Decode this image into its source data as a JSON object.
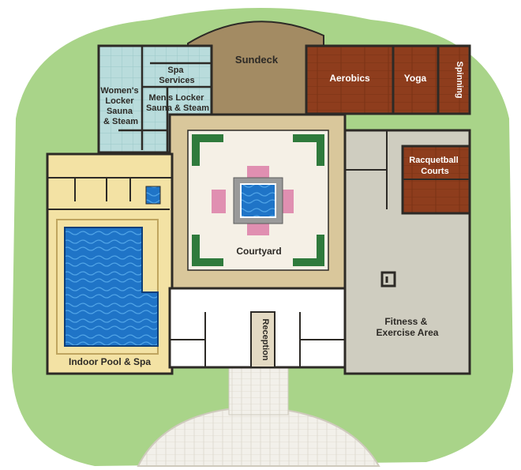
{
  "colors": {
    "lawn": "#a9d489",
    "wall": "#2d2a26",
    "spa_tile": "#b9dcdc",
    "sundeck": "#a38b63",
    "wood": "#8e3d1d",
    "courtyard_path": "#d9c79b",
    "courtyard_center": "#f5f0e6",
    "hedge": "#2f7a3c",
    "flower": "#e08fb1",
    "pool_water": "#1f74c7",
    "pool_deck": "#f3e2a4",
    "fitness_floor": "#cfcdc0",
    "reception_floor": "#e4dac3",
    "path": "#f2f0ea"
  },
  "rooms": {
    "sundeck": "Sundeck",
    "aerobics": "Aerobics",
    "yoga": "Yoga",
    "spinning": "Spinning",
    "spa_services": [
      "Spa",
      "Services"
    ],
    "womens_locker": [
      "Women's",
      "Locker",
      "Sauna",
      "& Steam"
    ],
    "mens_locker": [
      "Men's Locker",
      "Sauna & Steam"
    ],
    "racquetball": [
      "Racquetball",
      "Courts"
    ],
    "courtyard": "Courtyard",
    "fitness": [
      "Fitness &",
      "Exercise Area"
    ],
    "reception": "Reception",
    "indoor_pool": "Indoor Pool & Spa"
  }
}
